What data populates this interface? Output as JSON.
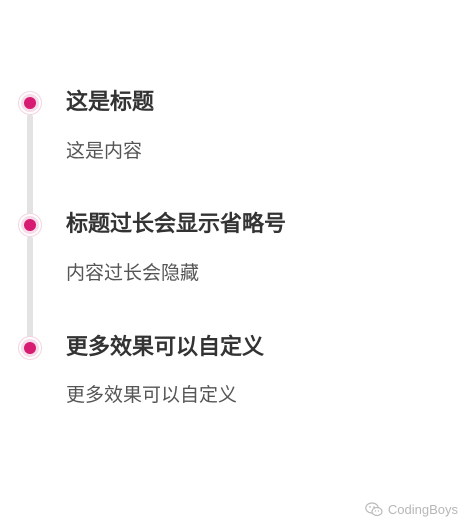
{
  "timeline": {
    "items": [
      {
        "title": "这是标题",
        "content": "这是内容"
      },
      {
        "title": "标题过长会显示省略号",
        "content": "内容过长会隐藏"
      },
      {
        "title": "更多效果可以自定义",
        "content": "更多效果可以自定义"
      }
    ]
  },
  "watermark": {
    "text": "CodingBoys",
    "icon": "wechat-icon"
  },
  "colors": {
    "accent": "#d81b72",
    "line": "#e3e3e3"
  }
}
